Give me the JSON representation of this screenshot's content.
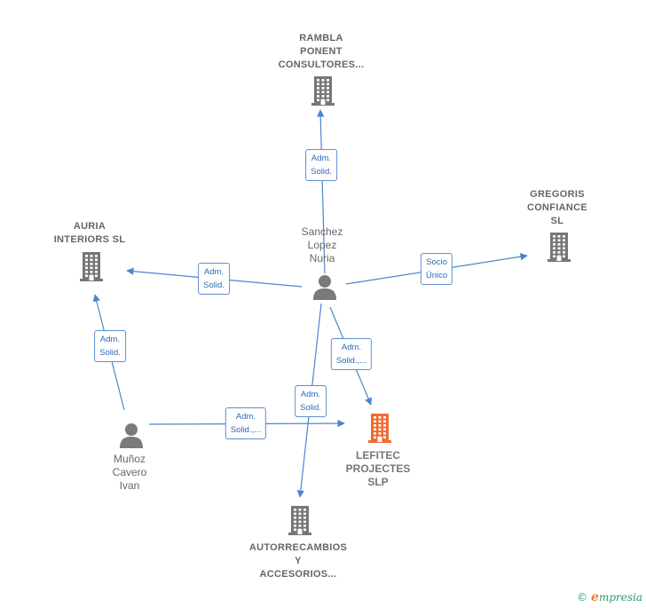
{
  "colors": {
    "edge": "#4a86d0",
    "company": "#777777",
    "focus_company": "#f26a2e",
    "person": "#7a7a7a"
  },
  "nodes": [
    {
      "id": "rambla",
      "kind": "company",
      "lines": [
        "RAMBLA",
        "PONENT",
        "CONSULTORES..."
      ]
    },
    {
      "id": "gregoris",
      "kind": "company",
      "lines": [
        "GREGORIS",
        "CONFIANCE",
        "SL"
      ]
    },
    {
      "id": "auria",
      "kind": "company",
      "lines": [
        "AURIA",
        "INTERIORS  SL"
      ]
    },
    {
      "id": "lefitec",
      "kind": "focus",
      "lines": [
        "LEFITEC",
        "PROJECTES",
        "SLP"
      ]
    },
    {
      "id": "autorrecambios",
      "kind": "company",
      "lines": [
        "AUTORRECAMBIOS",
        "Y",
        "ACCESORIOS..."
      ]
    },
    {
      "id": "sanchez",
      "kind": "person",
      "lines": [
        "Sanchez",
        "Lopez",
        "Nuria"
      ]
    },
    {
      "id": "munoz",
      "kind": "person",
      "lines": [
        "Muñoz",
        "Cavero",
        "Ivan"
      ]
    }
  ],
  "edges": [
    {
      "from": "sanchez",
      "to": "rambla",
      "lines": [
        "Adm.",
        "Solid."
      ]
    },
    {
      "from": "sanchez",
      "to": "gregoris",
      "lines": [
        "Socio",
        "Único"
      ]
    },
    {
      "from": "sanchez",
      "to": "auria",
      "lines": [
        "Adm.",
        "Solid."
      ]
    },
    {
      "from": "sanchez",
      "to": "lefitec",
      "lines": [
        "Adm.",
        "Solid.,..."
      ]
    },
    {
      "from": "sanchez",
      "to": "autorrecambios",
      "lines": [
        "Adm.",
        "Solid."
      ]
    },
    {
      "from": "munoz",
      "to": "auria",
      "lines": [
        "Adm.",
        "Solid."
      ]
    },
    {
      "from": "munoz",
      "to": "lefitec",
      "lines": [
        "Adm.",
        "Solid.,..."
      ]
    }
  ],
  "footer": {
    "copyright": "©",
    "brand_initial": "e",
    "brand_rest": "mpresia"
  }
}
